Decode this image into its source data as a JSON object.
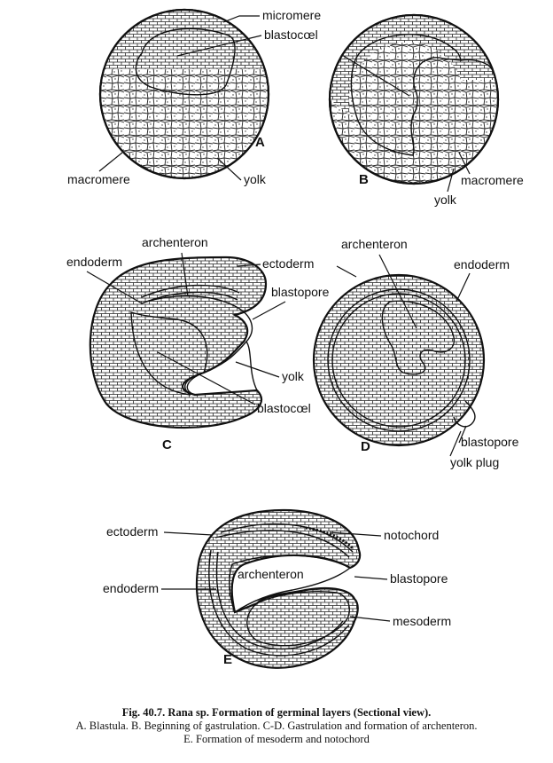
{
  "panels": {
    "A": {
      "letter": "A",
      "labels": {
        "micromere": "micromere",
        "blastocoel": "blastocœl",
        "macromere": "macromere",
        "yolk": "yolk"
      }
    },
    "B": {
      "letter": "B",
      "labels": {
        "macromere": "macromere",
        "yolk": "yolk"
      }
    },
    "C": {
      "letter": "C",
      "labels": {
        "endoderm": "endoderm",
        "archenteron": "archenteron",
        "ectoderm": "ectoderm",
        "blastopore": "blastopore",
        "yolk": "yolk",
        "blastocoel": "blastocœl"
      }
    },
    "D": {
      "letter": "D",
      "labels": {
        "archenteron": "archenteron",
        "endoderm": "endoderm",
        "blastopore": "blastopore",
        "yolk_plug": "yolk plug"
      }
    },
    "E": {
      "letter": "E",
      "labels": {
        "ectoderm": "ectoderm",
        "notochord": "notochord",
        "archenteron": "archenteron",
        "endoderm": "endoderm",
        "blastopore": "blastopore",
        "mesoderm": "mesoderm"
      }
    }
  },
  "caption": {
    "title": "Fig. 40.7. Rana sp. Formation of germinal layers (Sectional view).",
    "line2": "A. Blastula. B. Beginning of gastrulation. C-D. Gastrulation and formation of archenteron.",
    "line3": "E. Formation of mesoderm and notochord"
  },
  "colors": {
    "ink": "#111111",
    "paper": "#ffffff"
  }
}
